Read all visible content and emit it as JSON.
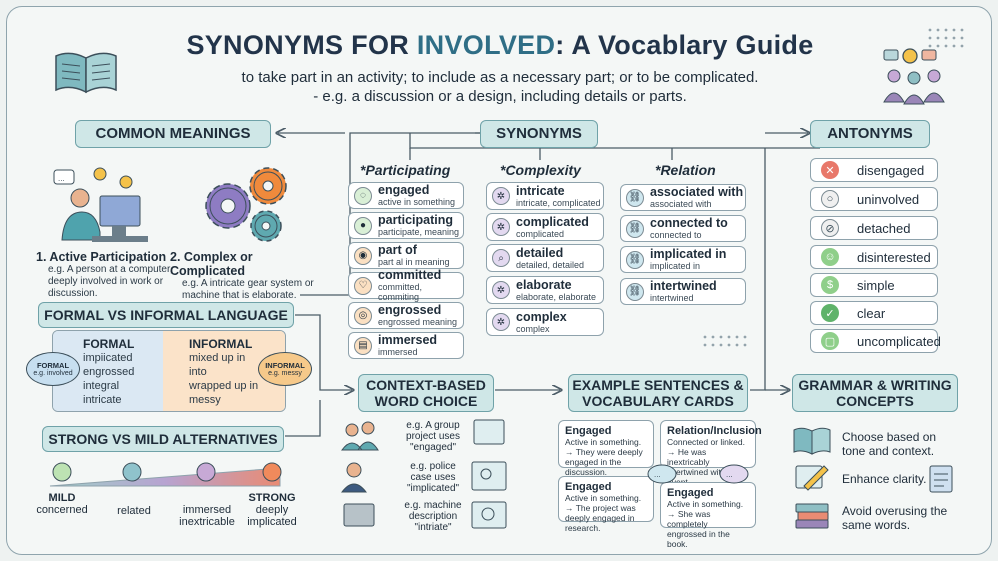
{
  "title": {
    "main": "SYNONYMS FOR ",
    "highlight": "INVOLVED",
    "rest": ": A Vocablary Guide"
  },
  "subtitle": [
    "to take part in an activity; to include as a necessary part; or to be complicated.",
    "- e.g. a discussion or a design, including details or parts."
  ],
  "common_meanings": {
    "heading": "COMMON MEANINGS",
    "m1_title": "1. Active Participation",
    "m1_desc": "e.g. A person at a computer, deeply involved in work or discussion.",
    "m2_title": "2. Complex or Complicated",
    "m2_desc": "e.g. A intricate gear system or machine that is elaborate."
  },
  "formal": {
    "heading": "FORMAL VS INFORMAL LANGUAGE",
    "formal_label": "FORMAL",
    "formal_words": [
      "impiicated",
      "engrossed",
      "integral",
      "intricate"
    ],
    "informal_label": "INFORMAL",
    "informal_words": [
      "mixed up in",
      "into",
      "wrapped up in",
      "messy"
    ],
    "bubble_left_title": "FORMAL",
    "bubble_left_sub": "e.g. involved",
    "bubble_right_title": "INFORMAL",
    "bubble_right_sub": "e.g. messy"
  },
  "strong_mild": {
    "heading": "STRONG VS MILD ALTERNATIVES",
    "mild_label": "MILD",
    "items": [
      "concerned",
      "related",
      "immersed",
      "inextricable",
      "deeply",
      "implicated"
    ],
    "strong_label": "STRONG"
  },
  "synonyms": {
    "heading": "SYNONYMS",
    "col1_head": "*Participating",
    "col2_head": "*Complexity",
    "col3_head": "*Relation",
    "col1": [
      {
        "w": "engaged",
        "s": "active in something"
      },
      {
        "w": "participating",
        "s": "participate, meaning"
      },
      {
        "w": "part of",
        "s": "part al in meaning"
      },
      {
        "w": "committed",
        "s": "committed, commiting"
      },
      {
        "w": "engrossed",
        "s": "engrossed meaning"
      },
      {
        "w": "immersed",
        "s": "immersed"
      }
    ],
    "col2": [
      {
        "w": "intricate",
        "s": "intricate, complicated"
      },
      {
        "w": "complicated",
        "s": "complicated"
      },
      {
        "w": "detailed",
        "s": "detailed, detailed"
      },
      {
        "w": "elaborate",
        "s": "elaborate, elaborate"
      },
      {
        "w": "complex",
        "s": "complex"
      }
    ],
    "col3": [
      {
        "w": "associated with",
        "s": "associated with"
      },
      {
        "w": "connected to",
        "s": "connected to"
      },
      {
        "w": "implicated in",
        "s": "implicated in"
      },
      {
        "w": "intertwined",
        "s": "intertwined"
      }
    ]
  },
  "antonyms": {
    "heading": "ANTONYMS",
    "items": [
      "disengaged",
      "uninvolved",
      "detached",
      "disinterested",
      "simple",
      "clear",
      "uncomplicated"
    ]
  },
  "context": {
    "heading_l1": "CONTEXT-BASED",
    "heading_l2": "WORD CHOICE",
    "items": [
      [
        "e.g. A group",
        "project uses",
        "\"engaged\""
      ],
      [
        "e.g. police",
        "case uses",
        "\"implicated\""
      ],
      [
        "e.g. machine",
        "description",
        "\"intriate\""
      ]
    ]
  },
  "examples": {
    "heading_l1": "EXAMPLE SENTENCES &",
    "heading_l2": "VOCABULARY CARDS",
    "cards": [
      {
        "h": "Engaged",
        "b1": "Active in something.",
        "b2": "→ They were deeply engaged in the discussion."
      },
      {
        "h": "Relation/Inclusion",
        "b1": "Connected or linked.",
        "b2": "→ He was inextricably intertwined with the event."
      },
      {
        "h": "Engaged",
        "b1": "Active in something.",
        "b2": "→ The project was deeply engaged in research."
      },
      {
        "h": "Engaged",
        "b1": "Active in something.",
        "b2": "→ She was completely engrossed in the book."
      }
    ]
  },
  "grammar": {
    "heading_l1": "GRAMMAR & WRITING",
    "heading_l2": "CONCEPTS",
    "items": [
      "Choose based on tone and context.",
      "Enhance clarity.",
      "Avoid overusing the same words."
    ]
  }
}
